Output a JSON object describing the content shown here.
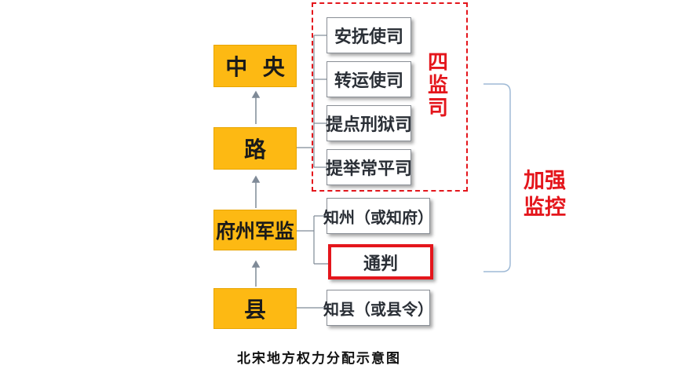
{
  "levels": {
    "central": "中  央",
    "lu": "路",
    "fuzhou": "府州军监",
    "county": "县"
  },
  "lu_offices": [
    "安抚使司",
    "转运使司",
    "提点刑狱司",
    "提举常平司"
  ],
  "fuzhou_offices": [
    "知州（或知府）",
    "通判"
  ],
  "county_offices": [
    "知县（或县令）"
  ],
  "group_label": "四\n监\n司",
  "side_label": "加强\n监控",
  "caption": "北宋地方权力分配示意图",
  "colors": {
    "level_fill": "#fdb913",
    "accent_red": "#e4161c",
    "connector": "#7f8a97",
    "bracket": "#9fbad6"
  }
}
